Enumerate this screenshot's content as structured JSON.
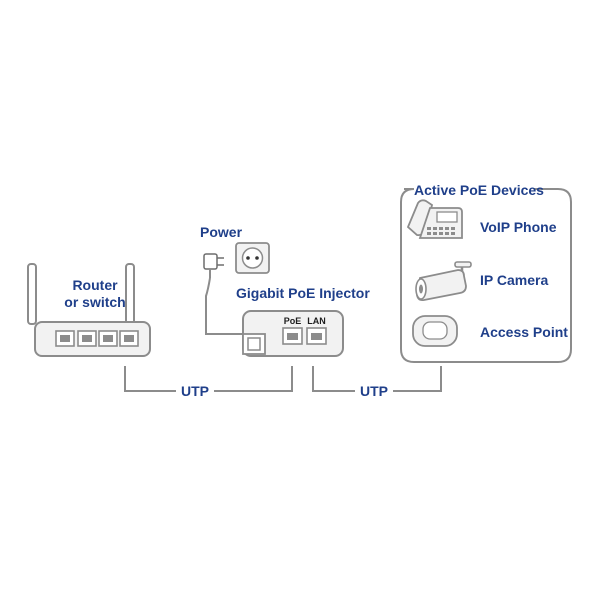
{
  "labels": {
    "router_line1": "Router",
    "router_line2": "or switch",
    "power": "Power",
    "injector": "Gigabit PoE Injector",
    "port_poe": "PoE",
    "port_lan": "LAN",
    "cable_left": "UTP",
    "cable_right": "UTP",
    "devices_title": "Active PoE Devices",
    "device_voip": "VoIP Phone",
    "device_camera": "IP Camera",
    "device_ap": "Access Point"
  },
  "colors": {
    "text": "#1f3f8a",
    "line": "#8c8c8c",
    "device_fill": "#f2f2f2"
  }
}
